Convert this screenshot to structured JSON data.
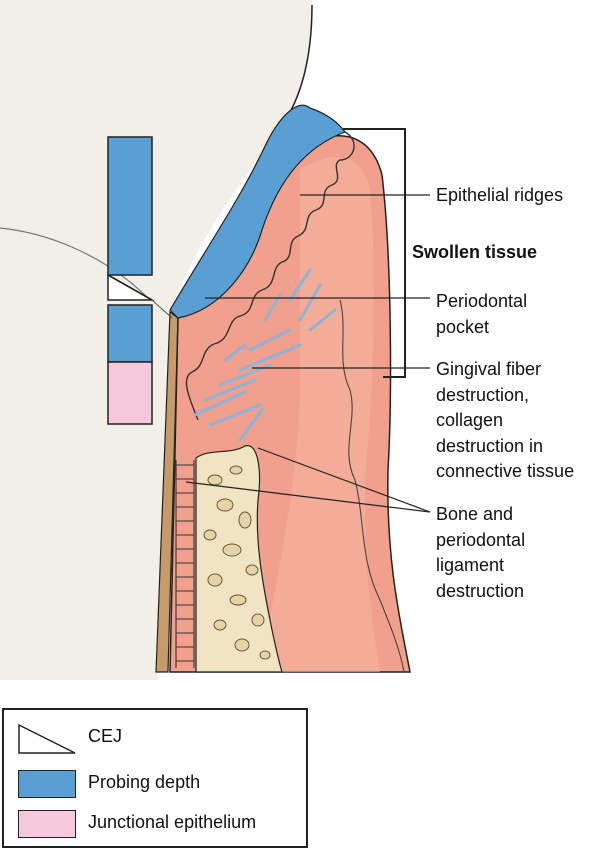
{
  "labels": {
    "epithelial_ridges": "Epithelial ridges",
    "swollen_tissue": "Swollen tissue",
    "periodontal_pocket": "Periodontal\npocket",
    "gingival_fiber": "Gingival fiber\ndestruction,\ncollagen\ndestruction in\nconnective tissue",
    "bone_ligament": "Bone and\nperiodontal\nligament\ndestruction"
  },
  "legend": {
    "items": [
      {
        "label": "CEJ",
        "swatch": "triangle"
      },
      {
        "label": "Probing depth",
        "color": "#5a9fd4"
      },
      {
        "label": "Junctional epithelium",
        "color": "#f6c8dc"
      }
    ]
  },
  "colors": {
    "gingiva": "#f0a08c",
    "gingiva_light": "#f6c2ae",
    "pocket": "#5a9fd4",
    "junctional": "#f6c8dc",
    "bone": "#f1e4c2",
    "root": "#c79a6a",
    "tooth": "#f1efe8"
  }
}
